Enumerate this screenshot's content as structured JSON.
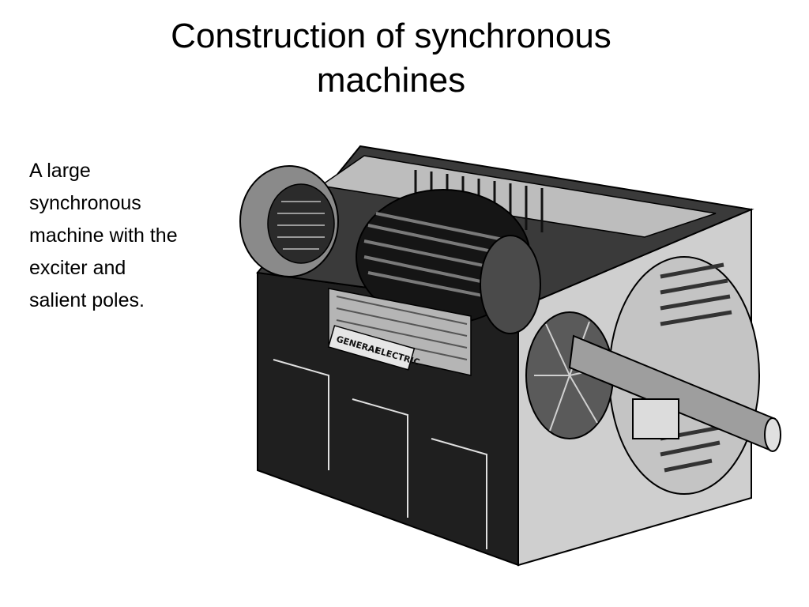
{
  "slide": {
    "title": "Construction of synchronous machines",
    "body": "A large synchronous machine with the exciter and salient poles."
  },
  "figure": {
    "nameplate_left": "GENERAL",
    "nameplate_right": "ELECTRIC"
  },
  "colors": {
    "background": "#ffffff",
    "text": "#000000",
    "machine_dark": "#1a1a1a",
    "machine_mid": "#6e6e6e",
    "machine_light": "#d8d8d8"
  }
}
